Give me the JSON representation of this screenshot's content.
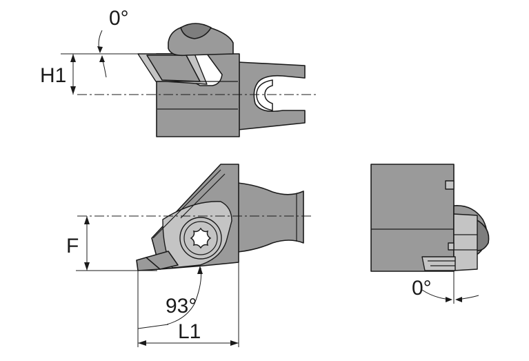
{
  "labels": {
    "top_angle": "0°",
    "h1": "H1",
    "f": "F",
    "insert_angle": "93°",
    "l1": "L1",
    "side_angle": "0°"
  }
}
